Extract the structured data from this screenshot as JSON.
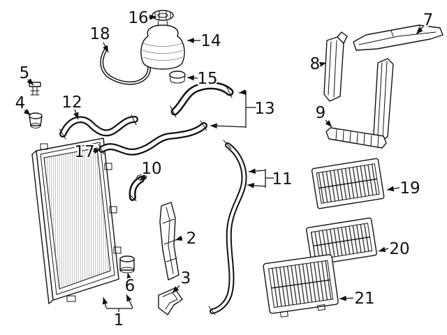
{
  "figure": {
    "background": "#ffffff",
    "line_color": "#111111",
    "type": "exploded-parts-diagram"
  },
  "callouts": [
    {
      "label": "1",
      "part": "radiator"
    },
    {
      "label": "2",
      "part": "side-bracket"
    },
    {
      "label": "3",
      "part": "lower-bracket"
    },
    {
      "label": "4",
      "part": "grommet-plug"
    },
    {
      "label": "5",
      "part": "retainer-clip"
    },
    {
      "label": "6",
      "part": "drain-fitting"
    },
    {
      "label": "7",
      "part": "upper-crossmember"
    },
    {
      "label": "8",
      "part": "side-support"
    },
    {
      "label": "9",
      "part": "lower-crossmember"
    },
    {
      "label": "10",
      "part": "connector-pipe"
    },
    {
      "label": "11",
      "part": "vent-hose"
    },
    {
      "label": "12",
      "part": "radiator-hose"
    },
    {
      "label": "13",
      "part": "upper-radiator-hose"
    },
    {
      "label": "14",
      "part": "coolant-reservoir"
    },
    {
      "label": "15",
      "part": "cap-seal"
    },
    {
      "label": "16",
      "part": "reservoir-cap"
    },
    {
      "label": "17",
      "part": "hose-coupling"
    },
    {
      "label": "18",
      "part": "overflow-hose"
    },
    {
      "label": "19",
      "part": "air-shutter-upper"
    },
    {
      "label": "20",
      "part": "air-shutter-lower"
    },
    {
      "label": "21",
      "part": "grille-shutter"
    }
  ]
}
